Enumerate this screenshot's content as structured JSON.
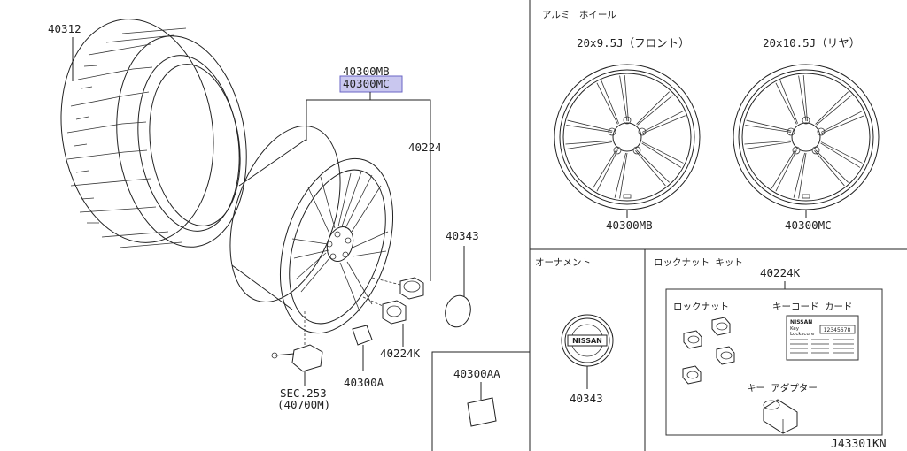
{
  "diagram_code": "J43301KN",
  "parts": {
    "tire": "40312",
    "wheel_mb": "40300MB",
    "wheel_mc": "40300MC",
    "nut": "40224",
    "lock_nut": "40224K",
    "ornament_cap": "40343",
    "balance_weight": "40300A",
    "weight_aa": "40300AA",
    "sensor_sec": "SEC.253",
    "sensor_sub": "(40700M)"
  },
  "panels": {
    "alloy_wheel": {
      "title": "アルミ　ホイール",
      "front_size": "20x9.5J（フロント）",
      "rear_size": "20x10.5J（リヤ）",
      "front_code": "40300MB",
      "rear_code": "40300MC"
    },
    "ornament": {
      "title": "オーナメント",
      "code": "40343",
      "badge_text": "NISSAN"
    },
    "lock_nut_kit": {
      "title": "ロックナット キット",
      "code": "40224K",
      "lock_nut_label": "ロックナット",
      "key_code_label": "キーコード カード",
      "key_adapter_label": "キー アダプター",
      "card_brand": "NISSAN",
      "card_line1": "Key",
      "card_line2": "Lockscure",
      "card_number": "12345678"
    }
  },
  "colors": {
    "highlight_fill": "#c9c7ef",
    "highlight_border": "#6a66c4",
    "line": "#222222"
  }
}
